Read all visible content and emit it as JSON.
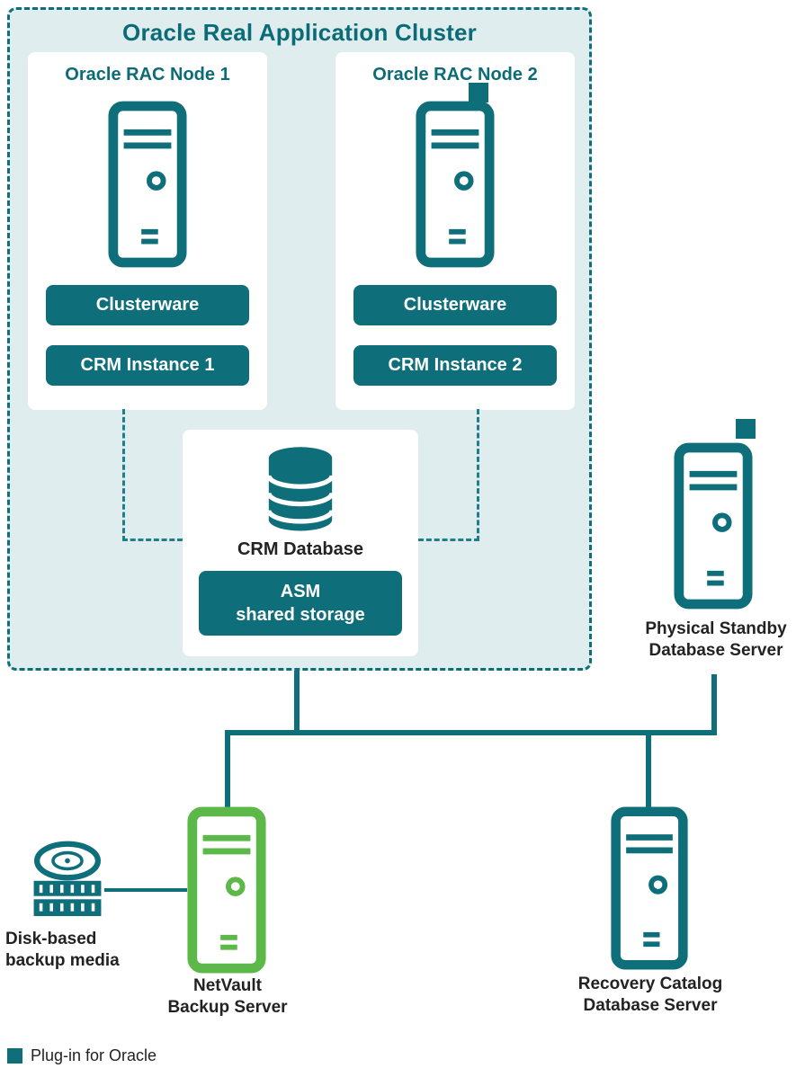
{
  "colors": {
    "teal": "#0E6F7A",
    "cluster_background": "#DFEDEE",
    "netvault_green": "#5CB848",
    "text": "#222222"
  },
  "cluster": {
    "title": "Oracle Real Application Cluster",
    "nodes": [
      {
        "title": "Oracle RAC Node 1",
        "plugin_marker": false,
        "labels": [
          "Clusterware",
          "CRM Instance 1"
        ]
      },
      {
        "title": "Oracle RAC Node 2",
        "plugin_marker": true,
        "labels": [
          "Clusterware",
          "CRM Instance 2"
        ]
      }
    ],
    "database": {
      "label": "CRM Database",
      "storage": {
        "line1": "ASM",
        "line2": "shared storage"
      }
    }
  },
  "standby_server": {
    "line1": "Physical Standby",
    "line2": "Database Server",
    "plugin_marker": true
  },
  "netvault_server": {
    "line1": "NetVault",
    "line2": "Backup Server"
  },
  "recovery_server": {
    "line1": "Recovery Catalog",
    "line2": "Database Server"
  },
  "backup_media": {
    "line1": "Disk-based",
    "line2": "backup media"
  },
  "legend": {
    "label": "Plug-in for Oracle"
  }
}
